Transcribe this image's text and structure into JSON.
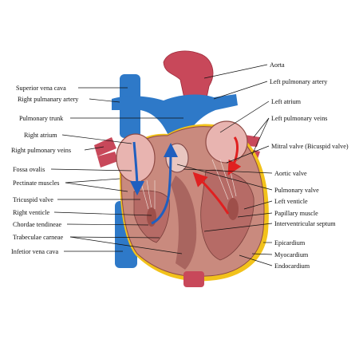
{
  "colors": {
    "vein_blue": "#2e79c8",
    "artery_red": "#c8485a",
    "artery_dark": "#9e2a3a",
    "myocardium": "#c98a7e",
    "myocardium_dark": "#8e4a44",
    "chamber_pink": "#e8b4b0",
    "epicardium_yellow": "#f2c21b",
    "flow_blue_arrow": "#1f5fbf",
    "flow_red_arrow": "#e02020"
  },
  "labels_left": [
    {
      "id": "superior-vena-cava",
      "text": "Superior vena cava"
    },
    {
      "id": "right-pulmonary-artery",
      "text": "Right pulmanary artery"
    },
    {
      "id": "pulmonary-trunk",
      "text": "Pulmonary trunk"
    },
    {
      "id": "right-atrium",
      "text": "Right atrium"
    },
    {
      "id": "right-pulmonary-veins",
      "text": "Right pulmonary veins"
    },
    {
      "id": "fossa-ovalis",
      "text": "Fossa ovalis"
    },
    {
      "id": "pectinate-muscles",
      "text": "Pectinate muscles"
    },
    {
      "id": "tricuspid-valve",
      "text": "Tricuspid valve"
    },
    {
      "id": "right-venticle",
      "text": "Right venticle"
    },
    {
      "id": "chordae-tendineae",
      "text": "Chordae tendineae"
    },
    {
      "id": "trabeculae-carneae",
      "text": "Trabeculae carneae"
    },
    {
      "id": "inferior-vena-cava",
      "text": "Infetior vena cava"
    }
  ],
  "labels_right": [
    {
      "id": "aorta",
      "text": "Aorta"
    },
    {
      "id": "left-pulmonary-artery",
      "text": "Left pulmonary artery"
    },
    {
      "id": "left-atrium",
      "text": "Left atrium"
    },
    {
      "id": "left-pulmonary-veins",
      "text": "Left pulmonary veins"
    },
    {
      "id": "mitral-valve",
      "text": "Mitral valve (Bicuspid valve)"
    },
    {
      "id": "aortic-valve",
      "text": "Aortic valve"
    },
    {
      "id": "pulmonary-valve",
      "text": "Pulmonary valve"
    },
    {
      "id": "left-venticle",
      "text": "Left venticle"
    },
    {
      "id": "papillary-muscle",
      "text": "Papillary muscle"
    },
    {
      "id": "interventricular-septum",
      "text": "Interventricular septum"
    },
    {
      "id": "epicardium",
      "text": "Epicardium"
    },
    {
      "id": "myocardium",
      "text": "Myocardium"
    },
    {
      "id": "endocardium",
      "text": "Endocardium"
    }
  ]
}
